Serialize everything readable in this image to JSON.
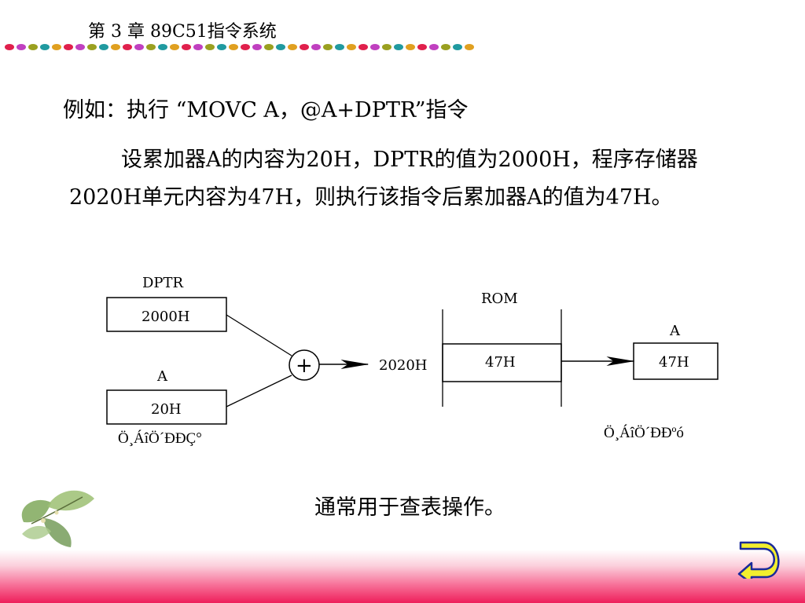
{
  "header": {
    "title": "第 3 章 89C51指令系统",
    "dot_colors": [
      "#e0204c",
      "#c040c0",
      "#9aa020",
      "#209aa0",
      "#e0a020"
    ]
  },
  "content": {
    "example_line": "例如：执行 “MOVC A，@A+DPTR”指令",
    "paragraph": "设累加器A的内容为20H，DPTR的值为2000H，程序存储器2020H单元内容为47H，则执行该指令后累加器A的值为47H。",
    "summary": "通常用于查表操作。"
  },
  "diagram": {
    "dptr_label": "DPTR",
    "dptr_value": "2000H",
    "a_label": "A",
    "a_value": "20H",
    "garbled_left": "Ö¸ÁîÖ´ÐÐÇ°",
    "plus_symbol": "+",
    "address": "2020H",
    "rom_label": "ROM",
    "rom_value": "47H",
    "a_result_label": "A",
    "a_result_value": "47H",
    "garbled_right": "Ö¸ÁîÖ´ÐÐºó"
  },
  "colors": {
    "bottom_band": "#ee1e5a",
    "return_icon_fill": "#f2ee2e",
    "return_icon_stroke": "#1a2a9a"
  }
}
